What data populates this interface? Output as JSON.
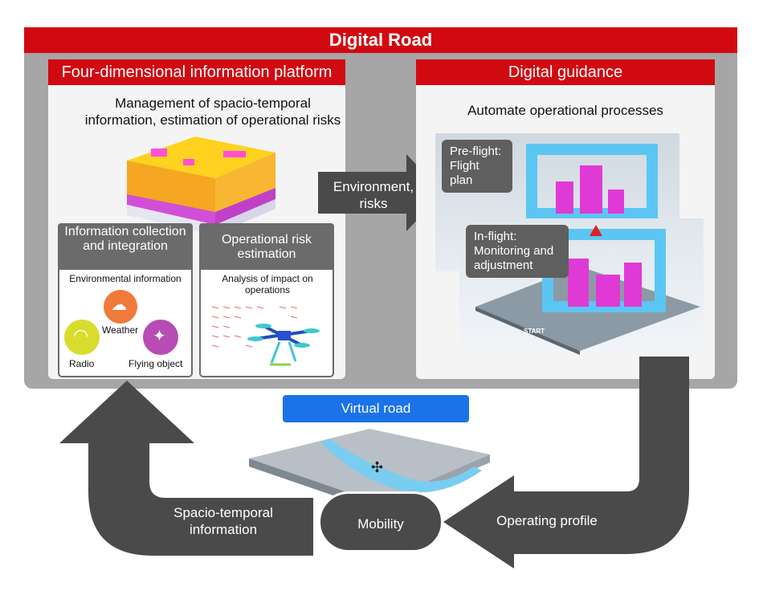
{
  "digital_road": {
    "title": "Digital Road"
  },
  "platform": {
    "title": "Four-dimensional information platform",
    "subtitle": "Management of spacio-temporal information, estimation of operational risks"
  },
  "info_collection": {
    "title": "Information collection and integration",
    "caption": "Environmental information",
    "items": {
      "weather": "Weather",
      "radio": "Radio",
      "flying_object": "Flying object"
    }
  },
  "risk_estimation": {
    "title": "Operational risk estimation",
    "caption": "Analysis of impact on operations"
  },
  "env_arrow": {
    "label": "Environment, risks"
  },
  "guidance": {
    "title": "Digital guidance",
    "subtitle": "Automate operational processes",
    "preflight": "Pre-flight: Flight plan",
    "inflight": "In-flight: Monitoring and adjustment",
    "start_label": "START"
  },
  "virtual_road": {
    "label": "Virtual road"
  },
  "mobility": {
    "label": "Mobility"
  },
  "operating_profile": {
    "label": "Operating profile"
  },
  "spacio_info": {
    "label": "Spacio-temporal information"
  },
  "colors": {
    "red": "#d10a11",
    "grey": "#a6a6a6",
    "dark": "#4a4a4a",
    "blue": "#1a73e8"
  }
}
